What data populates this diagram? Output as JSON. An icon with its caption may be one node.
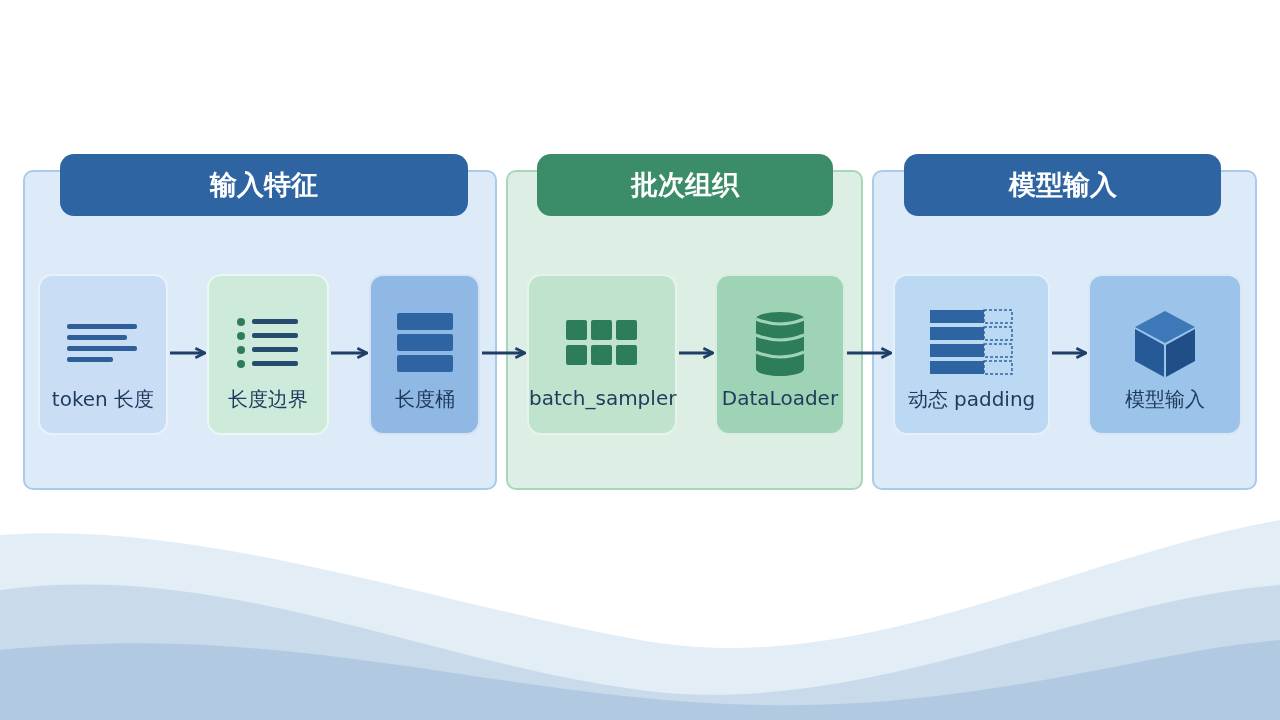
{
  "diagram": {
    "nodes": [
      {
        "text": [
          "输入特征"
        ]
      },
      {
        "text": [
          "token 长度"
        ],
        "in": 0
      },
      {
        "text": [
          "长度边界"
        ],
        "in": 0
      },
      {
        "text": [
          "长度桶"
        ],
        "in": 0
      },
      {
        "text": [
          "批次组织"
        ]
      },
      {
        "text": [
          "batch_sampler"
        ],
        "in": 4
      },
      {
        "text": [
          "DataLoader"
        ],
        "in": 4
      },
      {
        "text": [
          "模型输入"
        ]
      },
      {
        "text": [
          "动态 padding"
        ],
        "in": 7
      },
      {
        "text": [
          "模型输入"
        ],
        "in": 7
      }
    ],
    "edges": [
      {
        "from": 1,
        "to": 2,
        "arrow": "to"
      },
      {
        "from": 2,
        "to": 3,
        "arrow": "to"
      },
      {
        "from": 3,
        "to": 5,
        "arrow": "to"
      },
      {
        "from": 5,
        "to": 6,
        "arrow": "to"
      },
      {
        "from": 6,
        "to": 8,
        "arrow": "to"
      },
      {
        "from": 8,
        "to": 9,
        "arrow": "to"
      }
    ]
  }
}
